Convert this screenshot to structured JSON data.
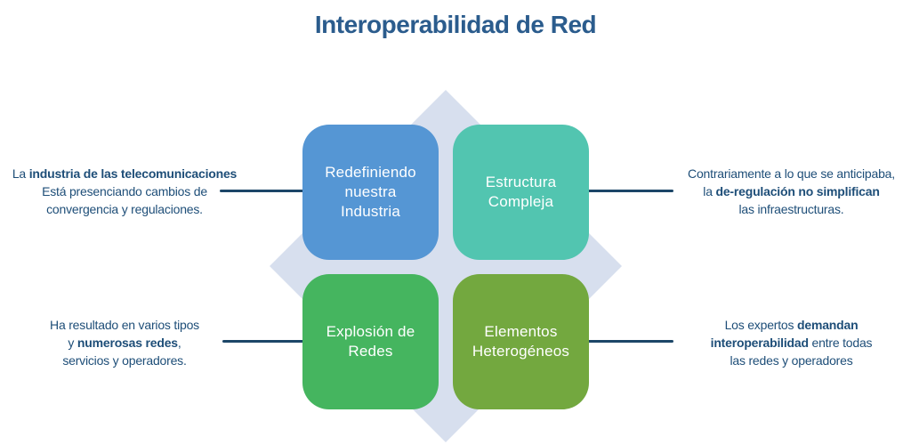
{
  "title": "Interoperabilidad de Red",
  "diagram": {
    "colors": {
      "diamond": "#d7dfee",
      "connector": "#1c4668",
      "title_text": "#2b5c8d",
      "annotation_text": "#1e4e78",
      "node_text": "#ffffff"
    },
    "nodes": [
      {
        "label": "Redefiniendo\nnuestra\nIndustria",
        "color": "#5596d4"
      },
      {
        "label": "Estructura\nCompleja",
        "color": "#52c5b0"
      },
      {
        "label": "Explosión de\nRedes",
        "color": "#45b55f"
      },
      {
        "label": "Elementos\nHeterogéneos",
        "color": "#73a83f"
      }
    ],
    "annotations": {
      "top_left": {
        "lines": [
          [
            {
              "text": "La ",
              "bold": false
            },
            {
              "text": "industria de las telecomunicaciones",
              "bold": true
            }
          ],
          [
            {
              "text": "Está presenciando cambios de",
              "bold": false
            }
          ],
          [
            {
              "text": "convergencia y regulaciones.",
              "bold": false
            }
          ]
        ]
      },
      "top_right": {
        "lines": [
          [
            {
              "text": "Contrariamente a lo que se anticipaba,",
              "bold": false
            }
          ],
          [
            {
              "text": "la ",
              "bold": false
            },
            {
              "text": "de-regulación no simplifican",
              "bold": true
            }
          ],
          [
            {
              "text": "las infraestructuras.",
              "bold": false
            }
          ]
        ]
      },
      "bottom_left": {
        "lines": [
          [
            {
              "text": "Ha resultado en varios tipos",
              "bold": false
            }
          ],
          [
            {
              "text": "y ",
              "bold": false
            },
            {
              "text": "numerosas redes",
              "bold": true
            },
            {
              "text": ",",
              "bold": false
            }
          ],
          [
            {
              "text": "servicios y operadores.",
              "bold": false
            }
          ]
        ]
      },
      "bottom_right": {
        "lines": [
          [
            {
              "text": "Los expertos ",
              "bold": false
            },
            {
              "text": "demandan",
              "bold": true
            }
          ],
          [
            {
              "text": "interoperabilidad",
              "bold": true
            },
            {
              "text": " entre todas",
              "bold": false
            }
          ],
          [
            {
              "text": "las redes y operadores",
              "bold": false
            }
          ]
        ]
      }
    }
  }
}
